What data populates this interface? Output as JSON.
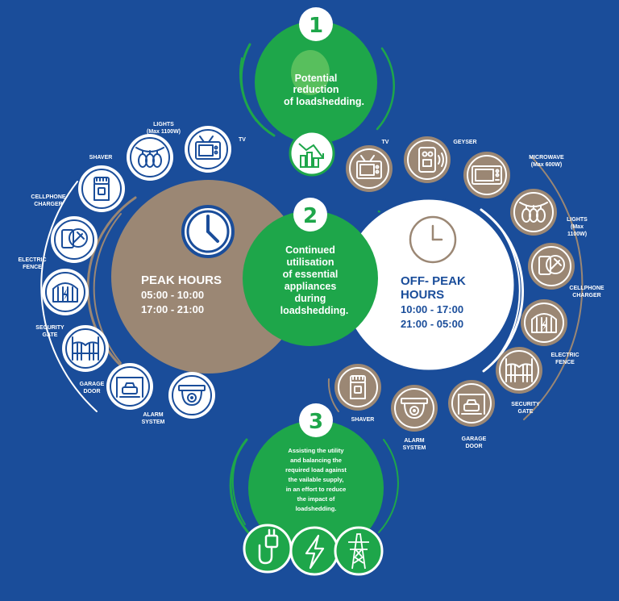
{
  "colors": {
    "background": "#1a4d9a",
    "green": "#1ea64a",
    "brown": "#9b8774",
    "white": "#ffffff",
    "navy": "#1a4d9a"
  },
  "step1": {
    "number": "1",
    "text": [
      "Potential",
      "reduction",
      "of loadshedding."
    ],
    "icon": "graph-down-icon"
  },
  "step2": {
    "number": "2",
    "text": [
      "Continued",
      "utilisation",
      "of essential",
      "appliances",
      "during",
      "loadshedding."
    ]
  },
  "step3": {
    "number": "3",
    "text": [
      "Assisting the utility",
      "and balancing the",
      "required load against",
      "the vailable supply,",
      "in an effort to reduce",
      "the impact of",
      "loadshedding."
    ],
    "icons": [
      "plug-icon",
      "lightning-icon",
      "pylon-icon"
    ]
  },
  "peak": {
    "title": "PEAK HOURS",
    "times": [
      "05:00 - 10:00",
      "17:00 - 21:00"
    ],
    "appliances": [
      {
        "label": [
          "TV"
        ],
        "icon": "tv-icon"
      },
      {
        "label": [
          "LIGHTS",
          "(Max 1100W)"
        ],
        "icon": "lights-icon"
      },
      {
        "label": [
          "SHAVER"
        ],
        "icon": "shaver-icon"
      },
      {
        "label": [
          "CELLPHONE",
          "CHARGER"
        ],
        "icon": "cellphone-charger-icon"
      },
      {
        "label": [
          "ELECTRIC",
          "FENCE"
        ],
        "icon": "electric-fence-icon"
      },
      {
        "label": [
          "SECURITY",
          "GATE"
        ],
        "icon": "security-gate-icon"
      },
      {
        "label": [
          "GARAGE",
          "DOOR"
        ],
        "icon": "garage-door-icon"
      },
      {
        "label": [
          "ALARM",
          "SYSTEM"
        ],
        "icon": "alarm-system-icon"
      }
    ]
  },
  "offpeak": {
    "title": [
      "OFF- PEAK",
      "HOURS"
    ],
    "times": [
      "10:00 - 17:00",
      "21:00 - 05:00"
    ],
    "appliances": [
      {
        "label": [
          "TV"
        ],
        "icon": "tv-icon"
      },
      {
        "label": [
          "GEYSER"
        ],
        "icon": "geyser-icon"
      },
      {
        "label": [
          "MICROWAVE",
          "(Max 600W)"
        ],
        "icon": "microwave-icon"
      },
      {
        "label": [
          "LIGHTS",
          "(Max",
          "1100W)"
        ],
        "icon": "lights-icon"
      },
      {
        "label": [
          "CELLPHONE",
          "CHARGER"
        ],
        "icon": "cellphone-charger-icon"
      },
      {
        "label": [
          "ELECTRIC",
          "FENCE"
        ],
        "icon": "electric-fence-icon"
      },
      {
        "label": [
          "SECURITY",
          "GATE"
        ],
        "icon": "security-gate-icon"
      },
      {
        "label": [
          "GARAGE",
          "DOOR"
        ],
        "icon": "garage-door-icon"
      },
      {
        "label": [
          "ALARM",
          "SYSTEM"
        ],
        "icon": "alarm-system-icon"
      },
      {
        "label": [
          "SHAVER"
        ],
        "icon": "shaver-icon"
      }
    ]
  }
}
